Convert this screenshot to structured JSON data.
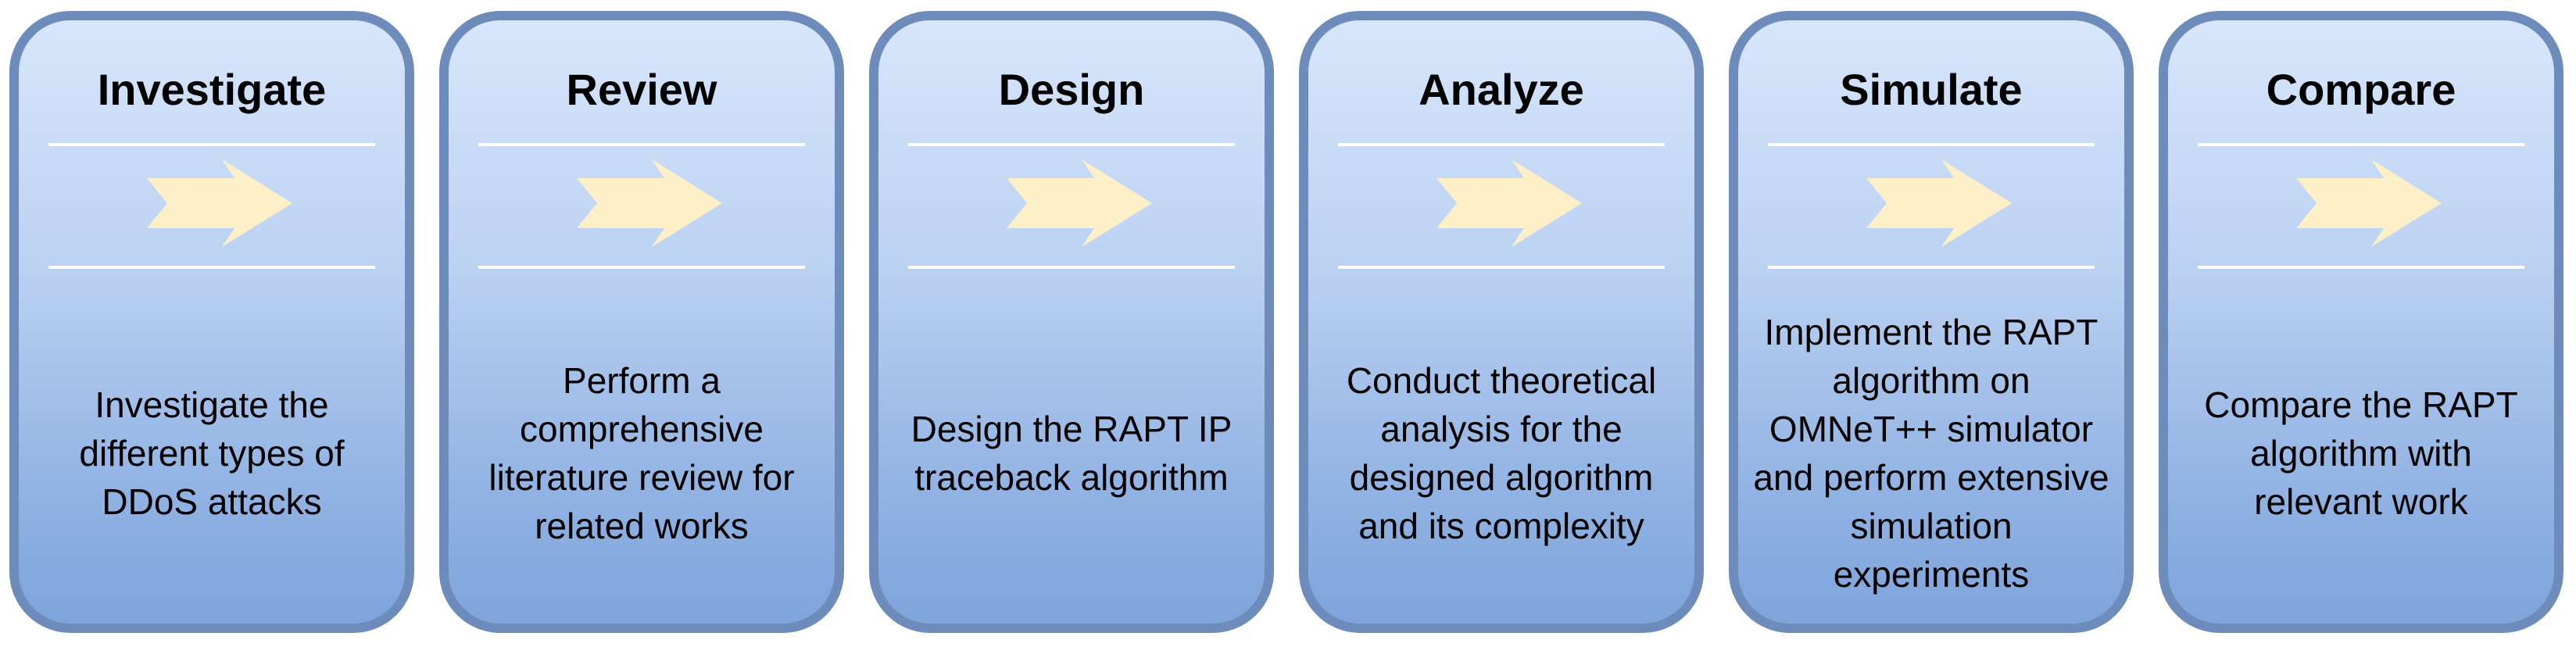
{
  "colors": {
    "card_border": "#6d8cbb",
    "card_top": "#d7e6fb",
    "card_bottom": "#7fa4dc",
    "arrow_fill": "#fdf0c8",
    "divider": "#ffffff"
  },
  "steps": [
    {
      "title": "Investigate",
      "icon": "chevron-arrow-right-icon",
      "description": "Investigate the\ndifferent types of\nDDoS attacks"
    },
    {
      "title": "Review",
      "icon": "chevron-arrow-right-icon",
      "description": "Perform a\ncomprehensive\nliterature review for\nrelated works"
    },
    {
      "title": "Design",
      "icon": "chevron-arrow-right-icon",
      "description": "Design the RAPT IP\ntraceback algorithm"
    },
    {
      "title": "Analyze",
      "icon": "chevron-arrow-right-icon",
      "description": "Conduct theoretical\nanalysis for the\ndesigned algorithm\nand its complexity"
    },
    {
      "title": "Simulate",
      "icon": "chevron-arrow-right-icon",
      "description": "Implement the RAPT\nalgorithm on\nOMNeT++ simulator\nand perform extensive\nsimulation\nexperiments"
    },
    {
      "title": "Compare",
      "icon": "chevron-arrow-right-icon",
      "description": "Compare the RAPT\nalgorithm with\nrelevant work"
    }
  ]
}
